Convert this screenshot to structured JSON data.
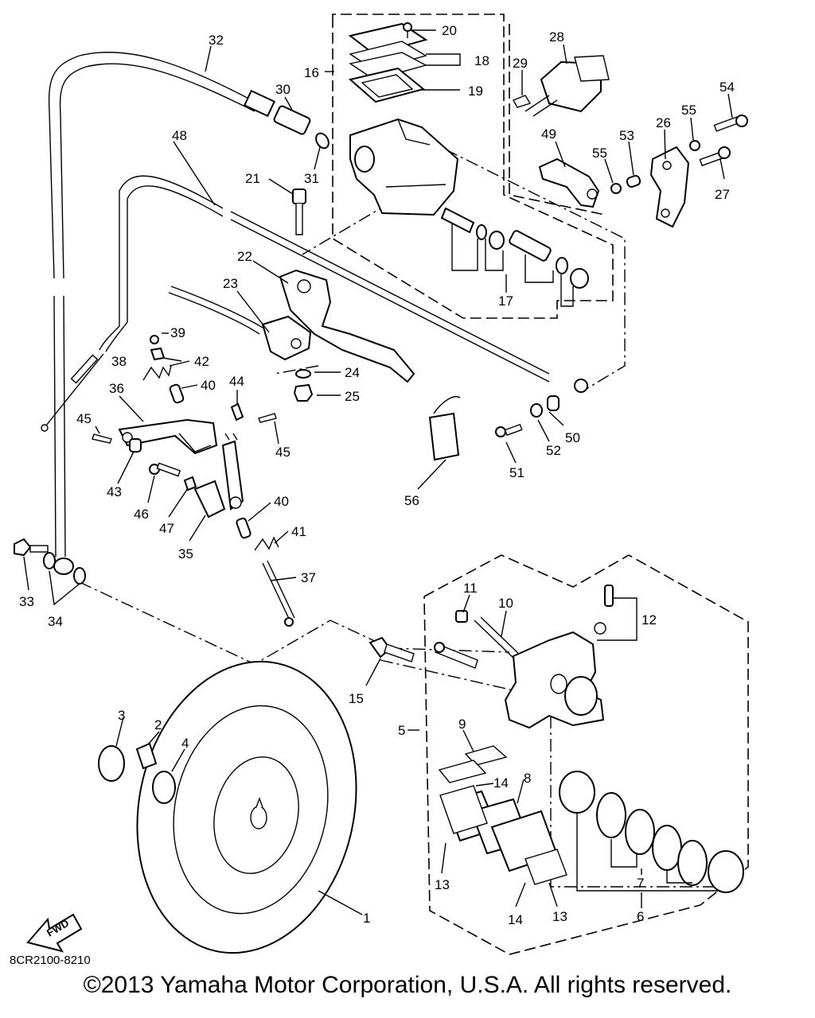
{
  "drawing_code": "8CR2100-8210",
  "copyright": "©2013 Yamaha Motor Corporation, U.S.A. All rights reserved.",
  "fwd_label": "FWD",
  "callouts": {
    "c1": "1",
    "c2": "2",
    "c3": "3",
    "c4": "4",
    "c5": "5",
    "c6": "6",
    "c7": "7",
    "c8": "8",
    "c9": "9",
    "c10": "10",
    "c11": "11",
    "c12": "12",
    "c13a": "13",
    "c13b": "13",
    "c14a": "14",
    "c14b": "14",
    "c15": "15",
    "c16": "16",
    "c17": "17",
    "c18": "18",
    "c19": "19",
    "c20": "20",
    "c21": "21",
    "c22": "22",
    "c23": "23",
    "c24": "24",
    "c25": "25",
    "c26": "26",
    "c27": "27",
    "c28": "28",
    "c29": "29",
    "c30": "30",
    "c31": "31",
    "c32": "32",
    "c33": "33",
    "c34": "34",
    "c35": "35",
    "c36": "36",
    "c37": "37",
    "c38": "38",
    "c39": "39",
    "c40a": "40",
    "c40b": "40",
    "c41": "41",
    "c42": "42",
    "c43": "43",
    "c44": "44",
    "c45a": "45",
    "c45b": "45",
    "c46": "46",
    "c47": "47",
    "c48": "48",
    "c49": "49",
    "c50": "50",
    "c51": "51",
    "c52": "52",
    "c53": "53",
    "c54": "54",
    "c55a": "55",
    "c55b": "55",
    "c56": "56"
  }
}
